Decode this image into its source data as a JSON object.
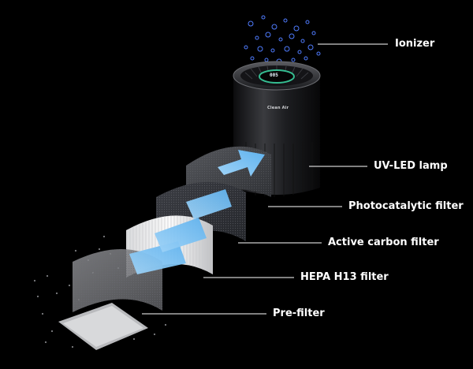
{
  "brand": {
    "logo_text": "Clean Air"
  },
  "display": {
    "readout": "005"
  },
  "labels": {
    "ionizer": "Ionizer",
    "uv_led": "UV-LED lamp",
    "photocatalytic": "Photocatalytic filter",
    "carbon": "Active carbon filter",
    "hepa": "HEPA H13 filter",
    "prefilter": "Pre-filter"
  },
  "colors": {
    "background": "#000000",
    "label_text": "#ffffff",
    "airflow_arrow": "#7ec4f2",
    "ion_dots": "#4f7cff",
    "display_ring": "#3ad0a0"
  },
  "icons": [
    "ion-particle-icon",
    "airflow-arrow-icon"
  ]
}
